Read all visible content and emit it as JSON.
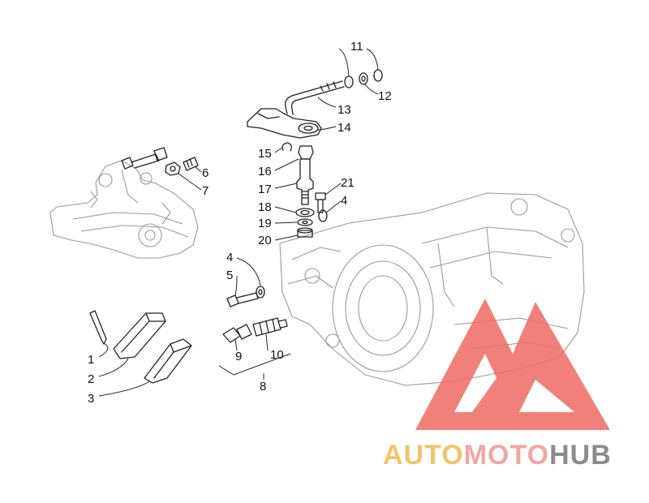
{
  "callouts": [
    {
      "id": "1",
      "text": "1"
    },
    {
      "id": "2",
      "text": "2"
    },
    {
      "id": "3",
      "text": "3"
    },
    {
      "id": "4a",
      "text": "4"
    },
    {
      "id": "4b",
      "text": "4"
    },
    {
      "id": "5",
      "text": "5"
    },
    {
      "id": "6",
      "text": "6"
    },
    {
      "id": "7",
      "text": "7"
    },
    {
      "id": "8",
      "text": "8"
    },
    {
      "id": "9",
      "text": "9"
    },
    {
      "id": "10",
      "text": "10"
    },
    {
      "id": "11",
      "text": "11"
    },
    {
      "id": "12",
      "text": "12"
    },
    {
      "id": "13",
      "text": "13"
    },
    {
      "id": "14",
      "text": "14"
    },
    {
      "id": "15",
      "text": "15"
    },
    {
      "id": "16",
      "text": "16"
    },
    {
      "id": "17",
      "text": "17"
    },
    {
      "id": "18",
      "text": "18"
    },
    {
      "id": "19",
      "text": "19"
    },
    {
      "id": "20",
      "text": "20"
    },
    {
      "id": "21",
      "text": "21"
    }
  ],
  "watermark": {
    "part1": "AUTO",
    "part2": "MOTO",
    "part3": "HUB",
    "color_auto": "#f2c46a",
    "color_moto": "#f1a7a3",
    "color_hub": "#8c8c8c",
    "logo_color": "#ef6a64"
  }
}
